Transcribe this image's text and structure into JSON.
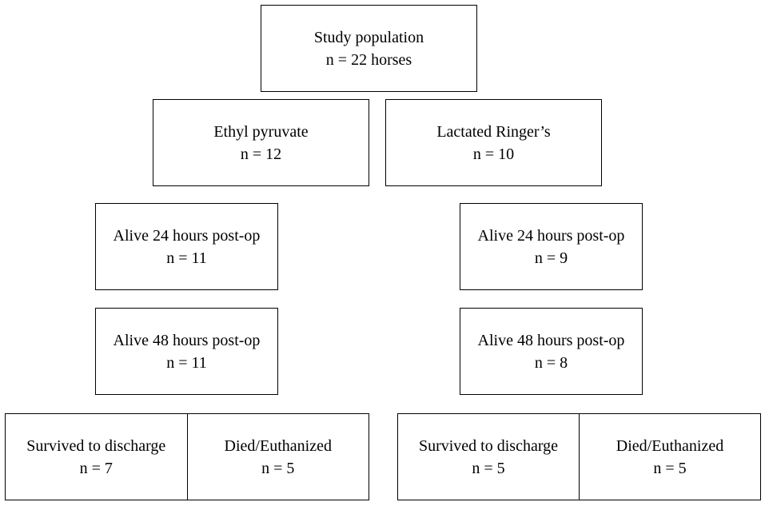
{
  "root": {
    "title": "Study population",
    "count": "n = 22 horses"
  },
  "groups": [
    {
      "name": "Ethyl pyruvate",
      "count": "n = 12",
      "alive24": {
        "title": "Alive 24 hours post-op",
        "count": "n = 11"
      },
      "alive48": {
        "title": "Alive 48 hours post-op",
        "count": "n = 11"
      },
      "survived": {
        "title": "Survived to discharge",
        "count": "n = 7"
      },
      "died": {
        "title": "Died/Euthanized",
        "count": "n = 5"
      }
    },
    {
      "name": "Lactated Ringer’s",
      "count": "n = 10",
      "alive24": {
        "title": "Alive 24 hours post-op",
        "count": "n = 9"
      },
      "alive48": {
        "title": "Alive 48 hours post-op",
        "count": "n = 8"
      },
      "survived": {
        "title": "Survived to discharge",
        "count": "n = 5"
      },
      "died": {
        "title": "Died/Euthanized",
        "count": "n = 5"
      }
    }
  ]
}
